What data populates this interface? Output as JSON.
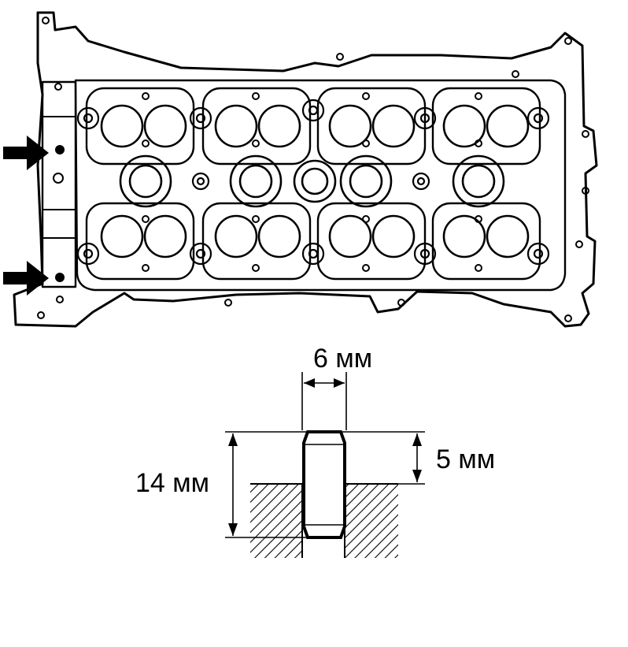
{
  "dimensions": {
    "width_label": "6 мм",
    "depth_label": "5 мм",
    "height_label": "14 мм"
  },
  "colors": {
    "line": "#000000",
    "background": "#ffffff"
  },
  "icons": {
    "upper_arrow": "arrow-right-icon",
    "lower_arrow": "arrow-right-icon"
  }
}
